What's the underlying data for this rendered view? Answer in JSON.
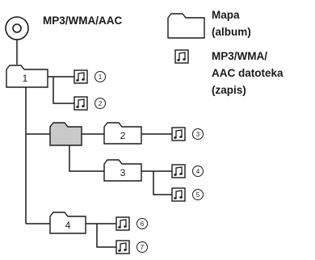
{
  "header": {
    "disc_label": "MP3/WMA/AAC"
  },
  "legend": {
    "folder_line1": "Mapa",
    "folder_line2": "(album)",
    "file_line1": "MP3/WMA/",
    "file_line2": "AAC datoteka",
    "file_line3": "(zapis)"
  },
  "folders": [
    {
      "id": "f1",
      "label": "1"
    },
    {
      "id": "f_unnamed",
      "label": ""
    },
    {
      "id": "f2",
      "label": "2"
    },
    {
      "id": "f3",
      "label": "3"
    },
    {
      "id": "f4",
      "label": "4"
    }
  ],
  "tracks": [
    {
      "num": "1"
    },
    {
      "num": "2"
    },
    {
      "num": "3"
    },
    {
      "num": "4"
    },
    {
      "num": "5"
    },
    {
      "num": "6"
    },
    {
      "num": "7"
    }
  ],
  "colors": {
    "line": "#1a1a1a",
    "highlight_folder": "#c9c9c9"
  },
  "icons": {
    "disc": "cd-disc-icon",
    "folder": "folder-icon",
    "file": "music-note-file-icon"
  }
}
